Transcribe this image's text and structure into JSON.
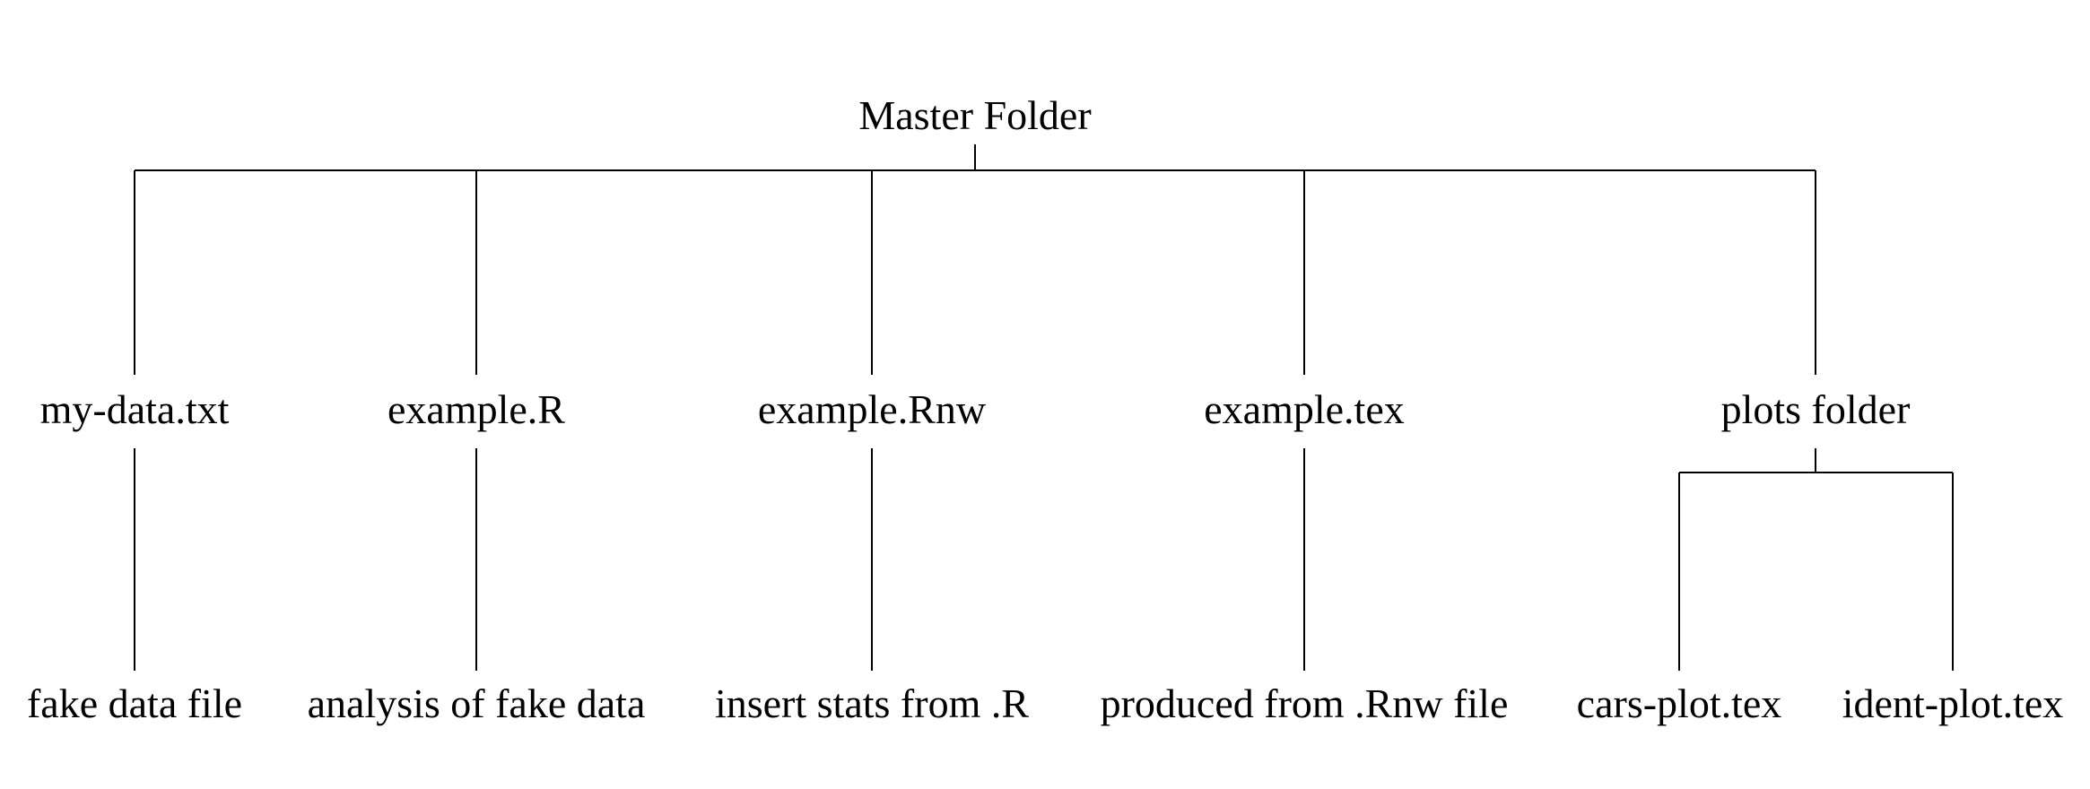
{
  "tree": {
    "root": {
      "label": "Master Folder",
      "children": [
        {
          "label": "my-data.txt",
          "children": [
            {
              "label": "fake data file"
            }
          ]
        },
        {
          "label": "example.R",
          "children": [
            {
              "label": "analysis of fake data"
            }
          ]
        },
        {
          "label": "example.Rnw",
          "children": [
            {
              "label": "insert stats from .R"
            }
          ]
        },
        {
          "label": "example.tex",
          "children": [
            {
              "label": "produced from .Rnw file"
            }
          ]
        },
        {
          "label": "plots folder",
          "children": [
            {
              "label": "cars-plot.tex"
            },
            {
              "label": "ident-plot.tex"
            }
          ]
        }
      ]
    }
  }
}
